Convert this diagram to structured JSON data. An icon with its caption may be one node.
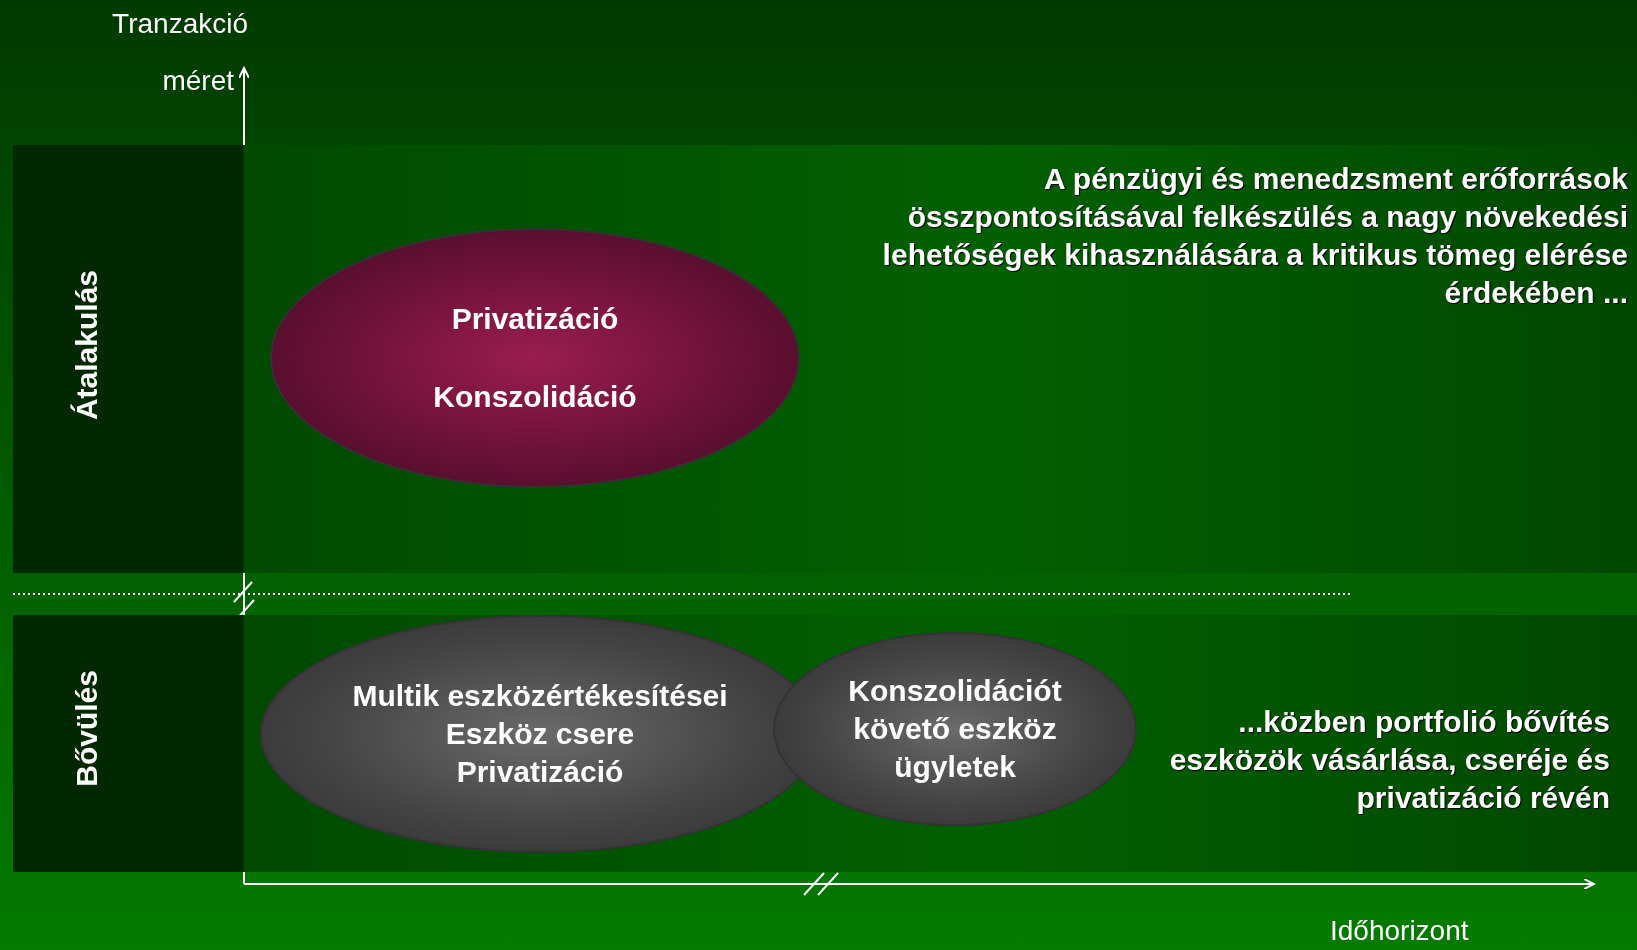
{
  "diagram": {
    "nodes": [
      {
        "text": [
          "Átalakulás"
        ]
      },
      {
        "text": [
          "Privatizáció",
          "Konszolidáció"
        ],
        "in": 0
      },
      {
        "text": [
          "Bővülés"
        ]
      },
      {
        "text": [
          "Multik eszközértékesítései",
          "Eszköz csere",
          "Privatizáció"
        ],
        "in": 2
      },
      {
        "text": [
          "Konszolidációt követő eszköz ügyletek"
        ],
        "in": 2
      }
    ],
    "edges": [],
    "labels": [
      "Tranzakció",
      "méret",
      "A pénzügyi és menedzsment erőforrások összpontosításával felkészülés a nagy növekedési lehetőségek kihasználására a kritikus tömeg elérése érdekében ...",
      "...közben portfolió bővítés eszközök vásárlása, cseréje és privatizáció révén",
      "Időhorizont"
    ]
  }
}
